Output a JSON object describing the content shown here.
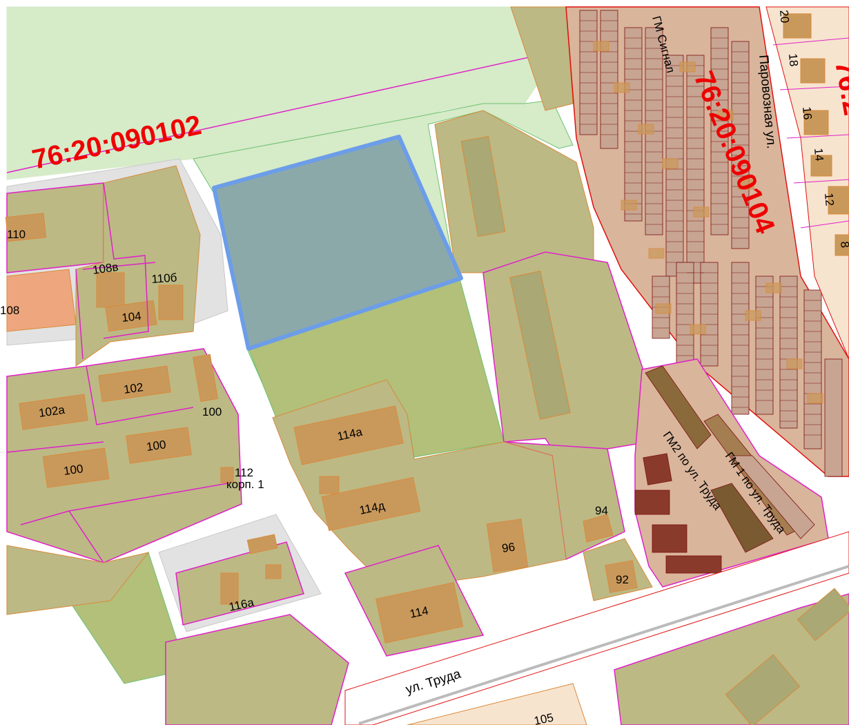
{
  "map": {
    "colors": {
      "green_area": "#d6ebc8",
      "parcel": "#bcb985",
      "building": "#c9995c",
      "orange_building": "#eea67e",
      "gray_area": "#e2e2e2",
      "garage_zone": "#d9b59b",
      "garage": "#c7a592",
      "dark_garage": "#8a3a2a",
      "olive": "#b2c07a",
      "selected_fill": "#8ca9aa",
      "selected_border": "#6c9de8",
      "magenta_line": "#e020c8",
      "orange_line": "#d98a3a",
      "red_line": "#e01010",
      "cadastral_text": "#ee0000"
    },
    "cadastral_blocks": [
      {
        "id": "cad-090102",
        "label": "76:20:090102"
      },
      {
        "id": "cad-090104",
        "label": "76:20:090104"
      },
      {
        "id": "cad-edge",
        "label": "76:2"
      }
    ],
    "streets": [
      {
        "id": "parovoznaya",
        "label": "Паровозная ул."
      },
      {
        "id": "truda",
        "label": "ул. Труда"
      }
    ],
    "garage_labels": [
      {
        "id": "gm-signal",
        "label": "ГМ Сигнал"
      },
      {
        "id": "gm2-truda",
        "label": "ГМ2 по ул. Труда"
      },
      {
        "id": "gm1-truda",
        "label": "ГМ 1 по ул. Труда"
      }
    ],
    "house_numbers": [
      "110",
      "108",
      "108в",
      "110б",
      "104",
      "102",
      "102а",
      "100",
      "100",
      "100",
      "112",
      "114а",
      "114д",
      "116а",
      "96",
      "94",
      "92",
      "114",
      "105",
      "20",
      "18",
      "16",
      "14",
      "12",
      "8"
    ],
    "small_label": "корп. 1"
  }
}
